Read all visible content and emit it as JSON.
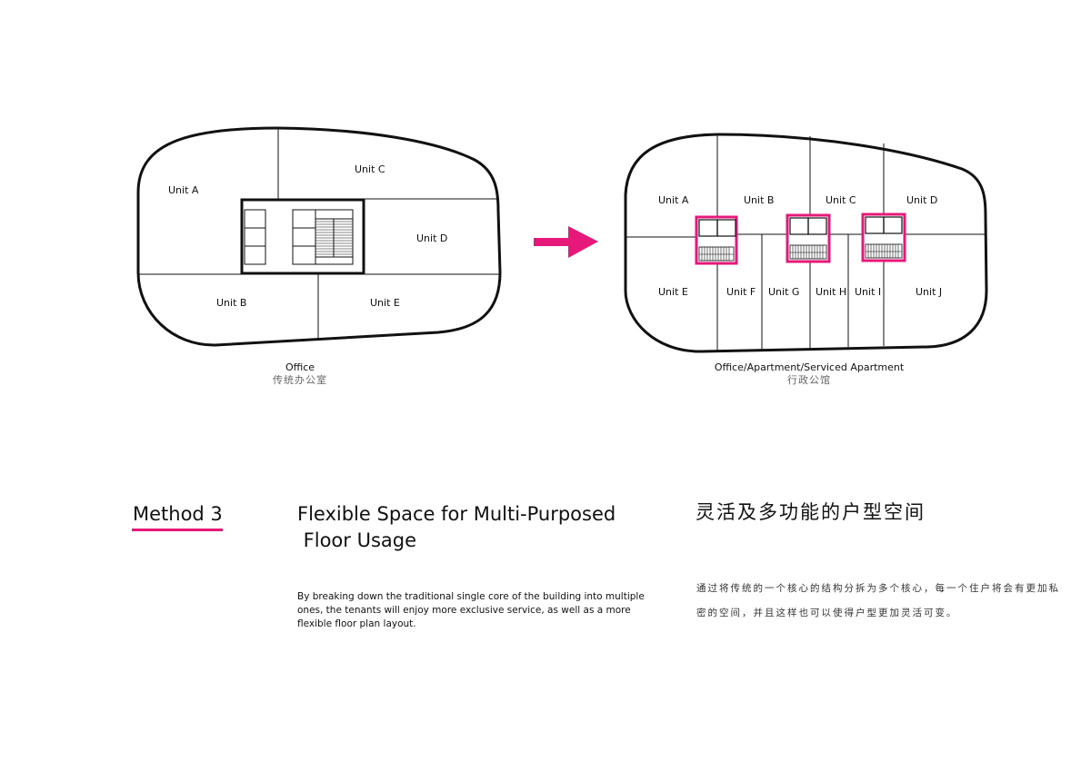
{
  "left_plan": {
    "units": [
      "Unit A",
      "Unit B",
      "Unit C",
      "Unit D",
      "Unit E"
    ],
    "caption_en": "Office",
    "caption_zh": "传统办公室"
  },
  "right_plan": {
    "units": [
      "Unit A",
      "Unit B",
      "Unit C",
      "Unit D",
      "Unit E",
      "Unit F",
      "Unit G",
      "Unit H",
      "Unit I",
      "Unit J"
    ],
    "caption_en": "Office/Apartment/Serviced Apartment",
    "caption_zh": "行政公馆"
  },
  "arrow_icon": "arrow-right-icon",
  "method": {
    "label": "Method 3",
    "title_en": "Flexible Space for Multi-Purposed\n Floor Usage",
    "title_zh": "灵活及多功能的户型空间",
    "body_en": "By breaking down the traditional single core of the building into multiple ones,  the tenants will enjoy more exclusive service, as well as a more flexible floor plan layout.",
    "body_zh": "通过将传统的一个核心的结构分拆为多个核心，每一个住户将会有更加私密的空间，并且这样也可以使得户型更加灵活可变。"
  },
  "colors": {
    "accent": "#e6197a",
    "line": "#111111"
  }
}
